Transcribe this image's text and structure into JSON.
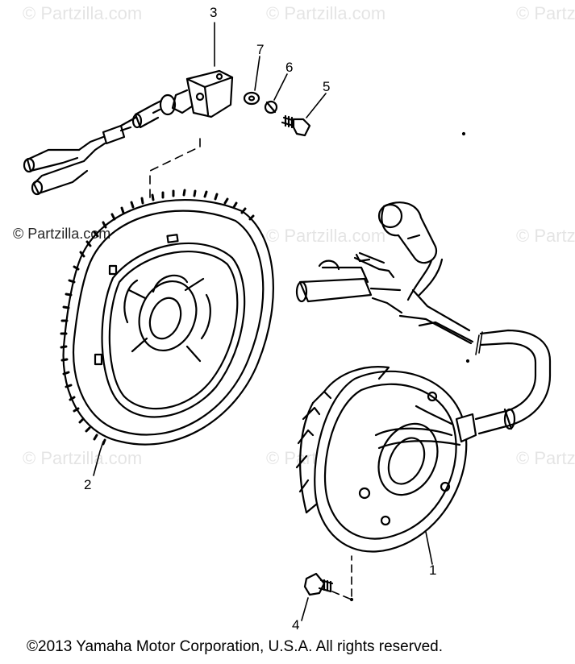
{
  "watermark": {
    "text": "© Partzilla.com",
    "visible_text": "© Partzilla.com"
  },
  "callouts": {
    "part1": "1",
    "part2": "2",
    "part3": "3",
    "part4": "4",
    "part5": "5",
    "part6": "6",
    "part7": "7"
  },
  "footer": {
    "copyright": "©2013  Yamaha Motor Corporation, U.S.A. All rights reserved."
  }
}
